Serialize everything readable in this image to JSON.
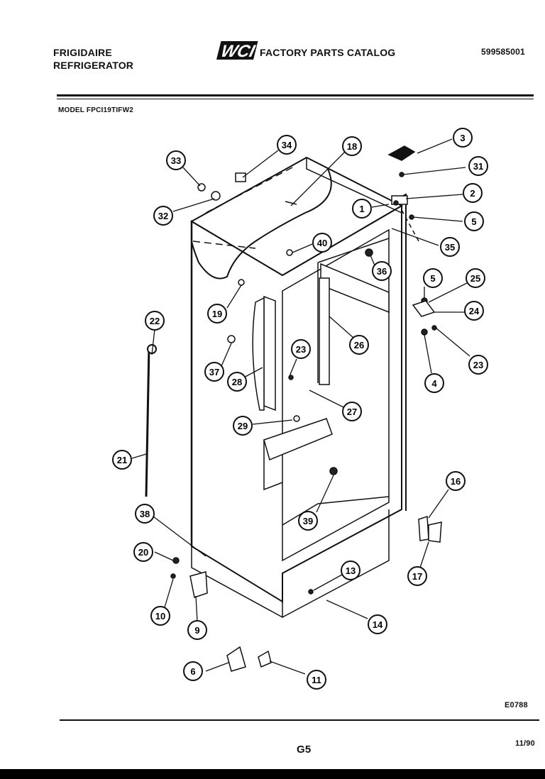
{
  "header": {
    "brand": "FRIGIDAIRE",
    "product": "REFRIGERATOR",
    "logo_text": "WCI",
    "catalog_title": "FACTORY PARTS CATALOG",
    "catalog_number": "599585001",
    "model": "MODEL FPCI19TIFW2"
  },
  "diagram": {
    "callouts": [
      {
        "id": "1",
        "label": "1"
      },
      {
        "id": "2",
        "label": "2"
      },
      {
        "id": "3",
        "label": "3"
      },
      {
        "id": "4",
        "label": "4"
      },
      {
        "id": "5a",
        "label": "5"
      },
      {
        "id": "5b",
        "label": "5"
      },
      {
        "id": "6",
        "label": "6"
      },
      {
        "id": "9",
        "label": "9"
      },
      {
        "id": "10",
        "label": "10"
      },
      {
        "id": "11",
        "label": "11"
      },
      {
        "id": "13",
        "label": "13"
      },
      {
        "id": "14",
        "label": "14"
      },
      {
        "id": "16",
        "label": "16"
      },
      {
        "id": "17",
        "label": "17"
      },
      {
        "id": "18",
        "label": "18"
      },
      {
        "id": "19",
        "label": "19"
      },
      {
        "id": "20",
        "label": "20"
      },
      {
        "id": "21",
        "label": "21"
      },
      {
        "id": "22",
        "label": "22"
      },
      {
        "id": "23a",
        "label": "23"
      },
      {
        "id": "23b",
        "label": "23"
      },
      {
        "id": "24",
        "label": "24"
      },
      {
        "id": "25",
        "label": "25"
      },
      {
        "id": "26",
        "label": "26"
      },
      {
        "id": "27",
        "label": "27"
      },
      {
        "id": "28",
        "label": "28"
      },
      {
        "id": "29",
        "label": "29"
      },
      {
        "id": "31",
        "label": "31"
      },
      {
        "id": "32",
        "label": "32"
      },
      {
        "id": "33",
        "label": "33"
      },
      {
        "id": "34",
        "label": "34"
      },
      {
        "id": "35",
        "label": "35"
      },
      {
        "id": "36",
        "label": "36"
      },
      {
        "id": "37",
        "label": "37"
      },
      {
        "id": "38",
        "label": "38"
      },
      {
        "id": "39",
        "label": "39"
      },
      {
        "id": "40",
        "label": "40"
      }
    ]
  },
  "footer": {
    "drawing_code": "E0788",
    "page": "G5",
    "date": "11/90"
  }
}
